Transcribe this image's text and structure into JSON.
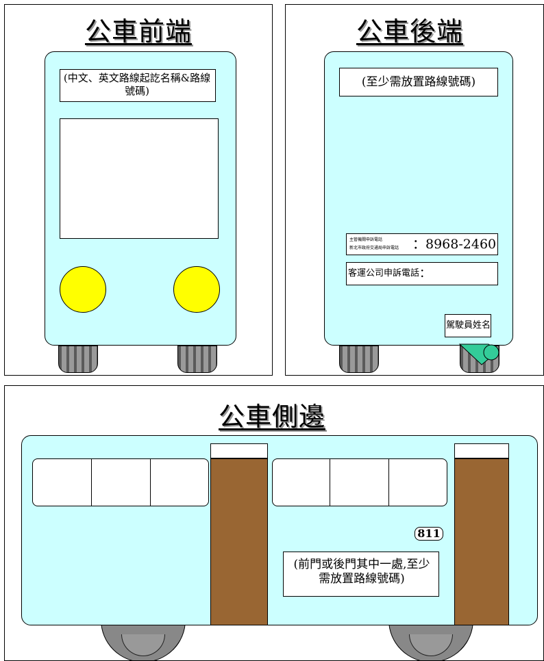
{
  "front_panel": {
    "title": "公車前端",
    "route_box_text": "(中文、英文路線起訖名稱&路線號碼)"
  },
  "rear_panel": {
    "title": "公車後端",
    "route_box_text": "(至少需放置路線號碼)",
    "gov_line1": "主管機關申訴電話",
    "gov_line2": "新北市政府交通局申訴電話",
    "gov_phone": "：8968-2460",
    "company_label": "客運公司申訴電話",
    "company_colon": "：",
    "driver_label": "駕駛員姓名"
  },
  "side_panel": {
    "title": "公車側邊",
    "route_number": "811",
    "note": "(前門或後門其中一處,至少需放置路線號碼)"
  },
  "colors": {
    "bus_body": "#ccffff",
    "headlight": "#ffff00",
    "door": "#996633",
    "tire": "#888888",
    "mud_flap": "#33cc99"
  }
}
